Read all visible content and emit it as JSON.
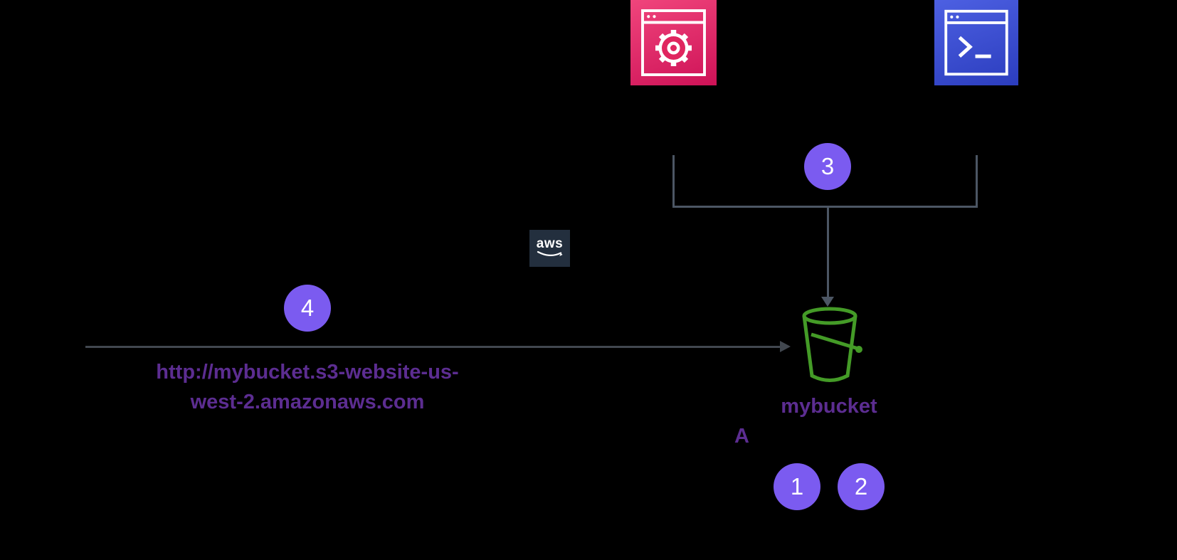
{
  "diagram": {
    "type": "aws-s3-static-website-architecture",
    "background": "#000000"
  },
  "colors": {
    "circle_purple": "#7B5BF0",
    "text_purple": "#5C2D91",
    "bucket_green": "#449B27",
    "console_pink_gradient": [
      "#F0457C",
      "#CE1257"
    ],
    "terminal_blue_gradient": [
      "#4D60E2",
      "#2B3DBE"
    ],
    "connector_gray": "#4C5664",
    "request_arrow_gray": "#41474F",
    "aws_logo_bg": "#232F3E"
  },
  "badges": {
    "step1": "1",
    "step2": "2",
    "step3": "3",
    "step4": "4"
  },
  "labels": {
    "url_line1": "http://mybucket.s3-website-us-",
    "url_line2": "west-2.amazonaws.com",
    "bucket_name": "mybucket",
    "letter_a": "A",
    "aws_logo": "aws"
  },
  "icons": {
    "console": "console-window-gear-icon",
    "terminal": "terminal-window-icon",
    "bucket": "s3-bucket-icon",
    "aws": "aws-logo"
  }
}
